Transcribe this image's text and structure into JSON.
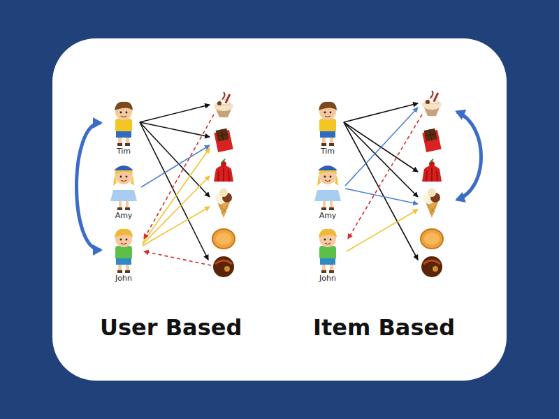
{
  "diagram": {
    "nodes": [
      {
        "text": [
          "Tim"
        ]
      },
      {
        "text": [
          "Amy"
        ]
      },
      {
        "text": [
          "John"
        ]
      },
      {
        "text": [
          "Tim"
        ]
      },
      {
        "text": [
          "Amy"
        ]
      },
      {
        "text": [
          "John"
        ]
      }
    ],
    "edges": [
      {
        "from": 0,
        "to": 2,
        "arrow": "both"
      }
    ],
    "labels": [
      "User Based",
      "Item Based"
    ]
  }
}
